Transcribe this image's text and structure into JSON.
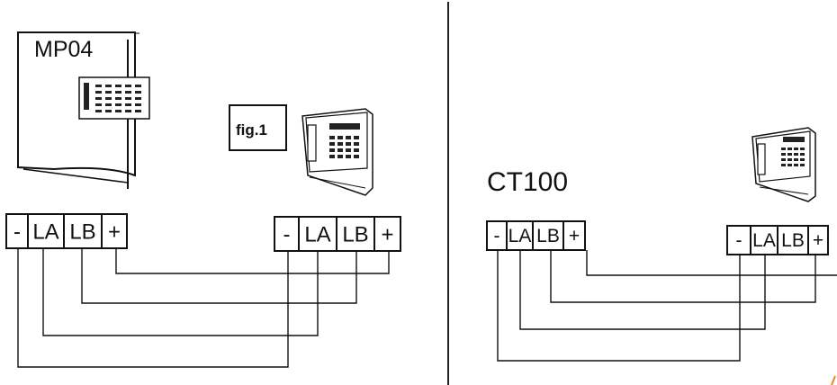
{
  "left_panel": {
    "device_label": "MP04",
    "figure_label": "fig.1",
    "left_block": {
      "terminals": [
        "-",
        "LA",
        "LB",
        "+"
      ]
    },
    "right_block": {
      "terminals": [
        "-",
        "LA",
        "LB",
        "+"
      ]
    }
  },
  "right_panel": {
    "device_label": "CT100",
    "left_block": {
      "terminals": [
        "-",
        "LA",
        "LB",
        "+"
      ]
    },
    "right_block": {
      "terminals": [
        "-",
        "LA",
        "LB",
        "+"
      ]
    }
  },
  "icons": [
    "keypad-icon",
    "telephone-console-icon"
  ]
}
